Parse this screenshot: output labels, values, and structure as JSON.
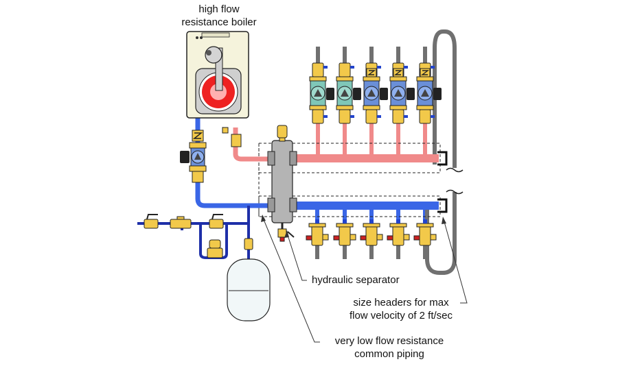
{
  "labels": {
    "boiler_line1": "high flow",
    "boiler_line2": "resistance boiler",
    "separator": "hydraulic separator",
    "headers_line1": "size headers for max",
    "headers_line2": "flow velocity of 2 ft/sec",
    "common_line1": "very low flow resistance",
    "common_line2": "common piping"
  },
  "colors": {
    "supply_pipe": "#f08a8a",
    "return_pipe": "#3a66e6",
    "makeup_pipe": "#1e2fa8",
    "riser_pipe": "#707070",
    "separator_body": "#b4b4b4",
    "valve_brass": "#f2c94a",
    "pump_blue": "#6a8fd8",
    "pump_teal": "#7fc7b8",
    "boiler_cabinet": "#f5f3dc",
    "burner_red": "#ee2222"
  },
  "counts": {
    "supply_zones": 5,
    "return_zones": 5
  },
  "icons": {
    "circulator": "circulator-pump-icon",
    "ball_valve": "ball-valve-icon",
    "check_valve": "check-valve-icon",
    "air_vent": "air-vent-icon",
    "drain_valve": "drain-valve-icon",
    "pressure_reducing_valve": "pressure-reducing-valve-icon",
    "expansion_tank": "expansion-tank-icon",
    "boiler": "boiler-icon",
    "separator": "hydraulic-separator-icon"
  }
}
